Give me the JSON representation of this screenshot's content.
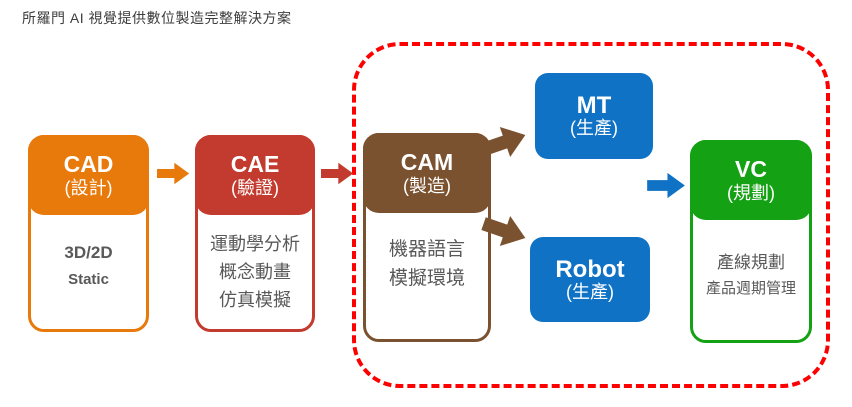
{
  "title": "所羅門 AI 視覺提供數位製造完整解決方案",
  "palette": {
    "orange": "#E8790B",
    "red": "#C23B2E",
    "brown": "#7B5230",
    "blue": "#0F72C4",
    "green": "#14A114",
    "dashed_outline_red": "#FE0000",
    "body_text_gray": "#595959",
    "title_text": "#3C3C3C"
  },
  "boxes": {
    "cad": {
      "title": "CAD",
      "subtitle": "(設計)",
      "body_lines": [
        "3D/2D",
        "Static"
      ]
    },
    "cae": {
      "title": "CAE",
      "subtitle": "(驗證)",
      "body_lines": [
        "運動學分析",
        "概念動畫",
        "仿真模擬"
      ]
    },
    "cam": {
      "title": "CAM",
      "subtitle": "(製造)",
      "body_lines": [
        "機器語言",
        "模擬環境"
      ]
    },
    "mt": {
      "title": "MT",
      "subtitle": "(生產)"
    },
    "robot": {
      "title": "Robot",
      "subtitle": "(生產)"
    },
    "vc": {
      "title": "VC",
      "subtitle": "(規劃)",
      "body_lines": [
        "產線規劃",
        "產品週期管理"
      ]
    }
  }
}
